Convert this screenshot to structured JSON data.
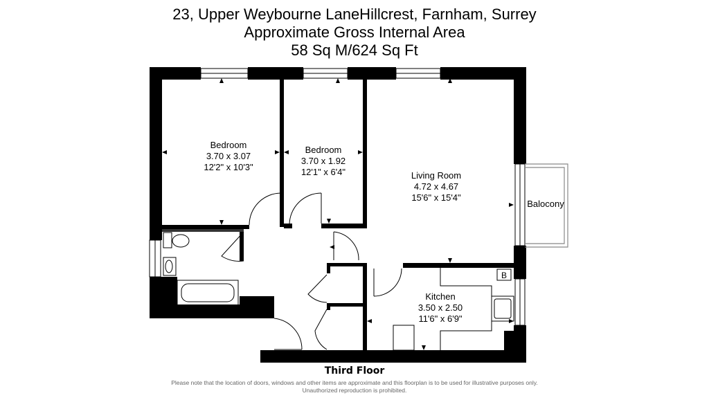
{
  "header": {
    "line1": "23, Upper Weybourne LaneHillcrest, Farnham, Surrey",
    "line2": "Approximate Gross Internal Area",
    "line3": "58 Sq M/624 Sq Ft"
  },
  "rooms": {
    "bedroom1": {
      "name": "Bedroom",
      "metric": "3.70 x 3.07",
      "imperial": "12'2\" x 10'3\""
    },
    "bedroom2": {
      "name": "Bedroom",
      "metric": "3.70 x 1.92",
      "imperial": "12'1\" x 6'4\""
    },
    "living": {
      "name": "Living Room",
      "metric": "4.72 x 4.67",
      "imperial": "15'6\" x 15'4\""
    },
    "kitchen": {
      "name": "Kitchen",
      "metric": "3.50 x 2.50",
      "imperial": "11'6\" x 6'9\""
    },
    "balcony": {
      "name": "Balocony"
    },
    "boiler": {
      "name": "B"
    }
  },
  "floor_label": "Third Floor",
  "disclaimer": "Please note that the location of doors, windows and other items are approximate and this floorplan is to be used for illustrative purposes only. Unauthorized reproduction is prohibited."
}
